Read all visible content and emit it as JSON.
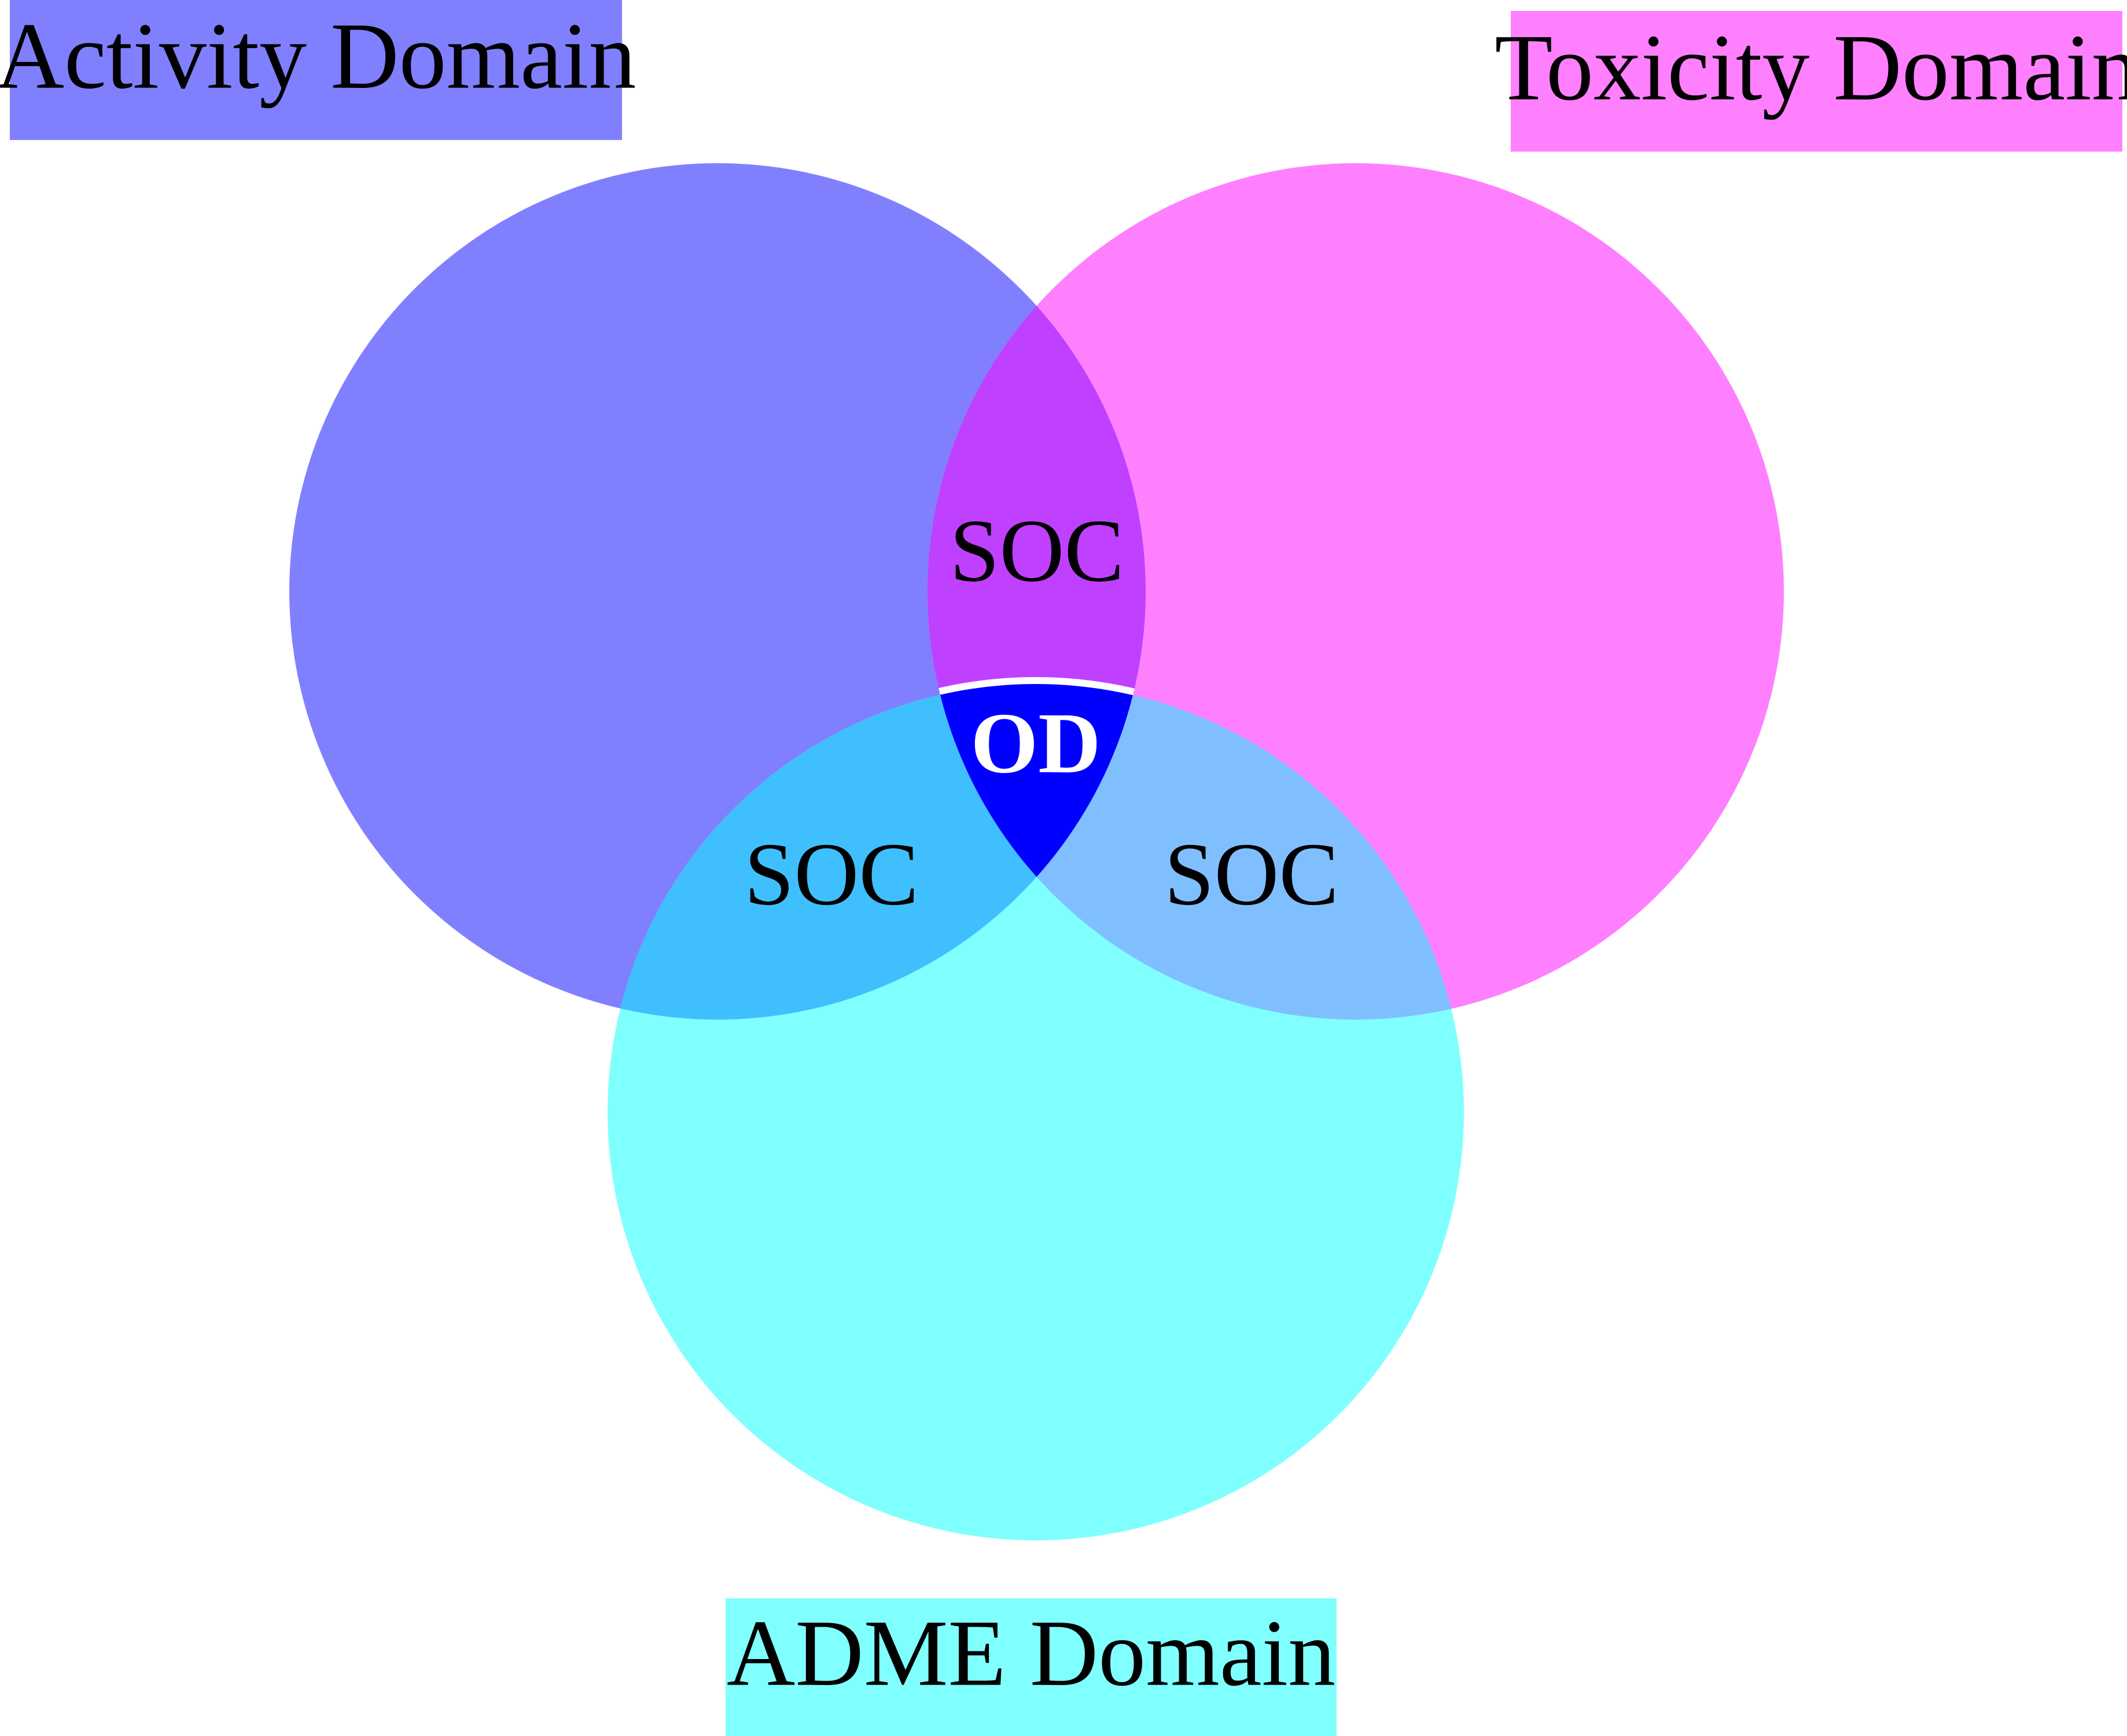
{
  "domains": {
    "activity": {
      "label": "Activity Domain",
      "color": "#8080ff"
    },
    "toxicity": {
      "label": "Toxicity Domain",
      "color": "#ff80ff"
    },
    "adme": {
      "label": "ADME Domain",
      "color": "#80ffff"
    }
  },
  "overlaps": {
    "activity_toxicity": {
      "label": "SOC",
      "color": "#bf40ff"
    },
    "activity_adme": {
      "label": "SOC",
      "color": "#40bfff"
    },
    "toxicity_adme": {
      "label": "SOC",
      "color": "#80bfff"
    },
    "all_three": {
      "label": "OD",
      "color": "#0000ff"
    }
  }
}
